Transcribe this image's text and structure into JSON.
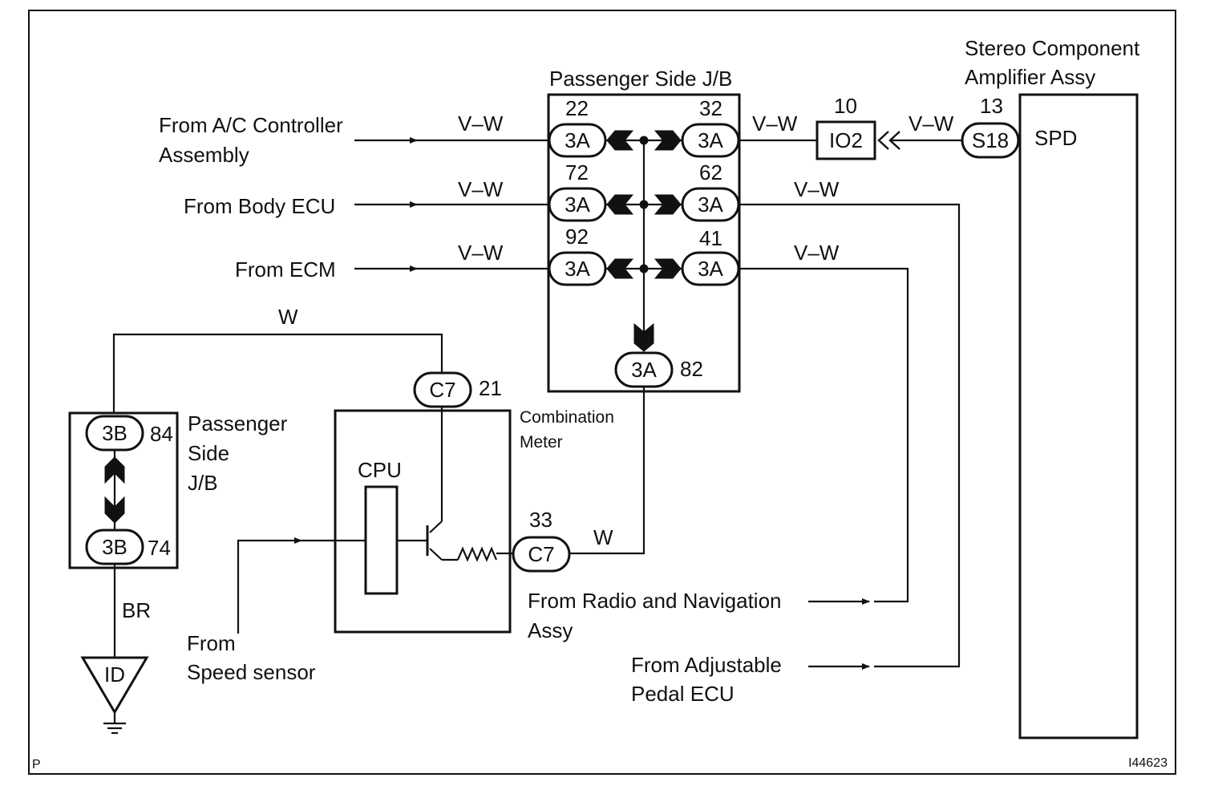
{
  "diagram": {
    "ref_code": "I44623",
    "corner_mark": "P",
    "junction_block": {
      "title": "Passenger Side J/B",
      "connector": "3A",
      "pins_left": [
        "22",
        "72",
        "92"
      ],
      "pins_right": [
        "32",
        "62",
        "41"
      ],
      "pin_bottom": "82"
    },
    "amplifier": {
      "title_line1": "Stereo Component",
      "title_line2": "Amplifier Assy",
      "terminal": "SPD",
      "connector": "S18",
      "pin": "13"
    },
    "inline_connector": {
      "label": "IO2",
      "pin": "10"
    },
    "inputs": {
      "ac_line1": "From A/C Controller",
      "ac_line2": "Assembly",
      "body_ecu": "From Body ECU",
      "ecm": "From ECM",
      "radio_line1": "From Radio and Navigation",
      "radio_line2": "Assy",
      "pedal_line1": "From Adjustable",
      "pedal_line2": "Pedal ECU",
      "speed_line1": "From",
      "speed_line2": "Speed sensor"
    },
    "wire_colors": {
      "vw": "V–W",
      "w": "W",
      "br": "BR"
    },
    "combination_meter": {
      "title_line1": "Combination",
      "title_line2": "Meter",
      "cpu": "CPU",
      "connector": "C7",
      "pin_top": "21",
      "pin_out": "33"
    },
    "small_jb": {
      "title_line1": "Passenger",
      "title_line2": "Side",
      "title_line3": "J/B",
      "connector": "3B",
      "pin_top": "84",
      "pin_bottom": "74"
    },
    "ground": {
      "label": "ID"
    }
  }
}
